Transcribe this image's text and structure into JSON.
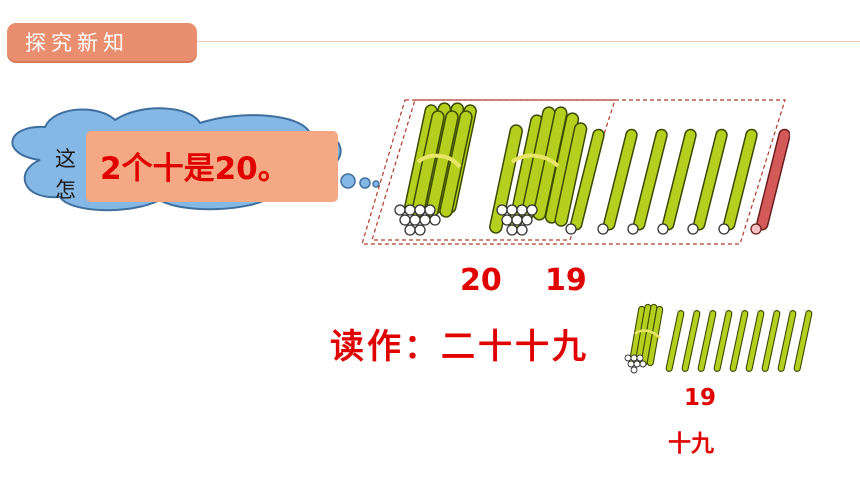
{
  "header": {
    "title": "探究新知"
  },
  "cloud": {
    "line1": "这",
    "line2": "怎"
  },
  "callout": {
    "text": "2个十是20。"
  },
  "numbers": {
    "left": "20",
    "right": "19"
  },
  "reading": {
    "text": "读作：二十十九"
  },
  "small_group": {
    "number": "19",
    "word": "十九"
  },
  "colors": {
    "accent_red": "#e00000",
    "stick_green": "#b5cf1e",
    "stick_red": "#d45a5a",
    "header_orange": "#e98e6e"
  }
}
